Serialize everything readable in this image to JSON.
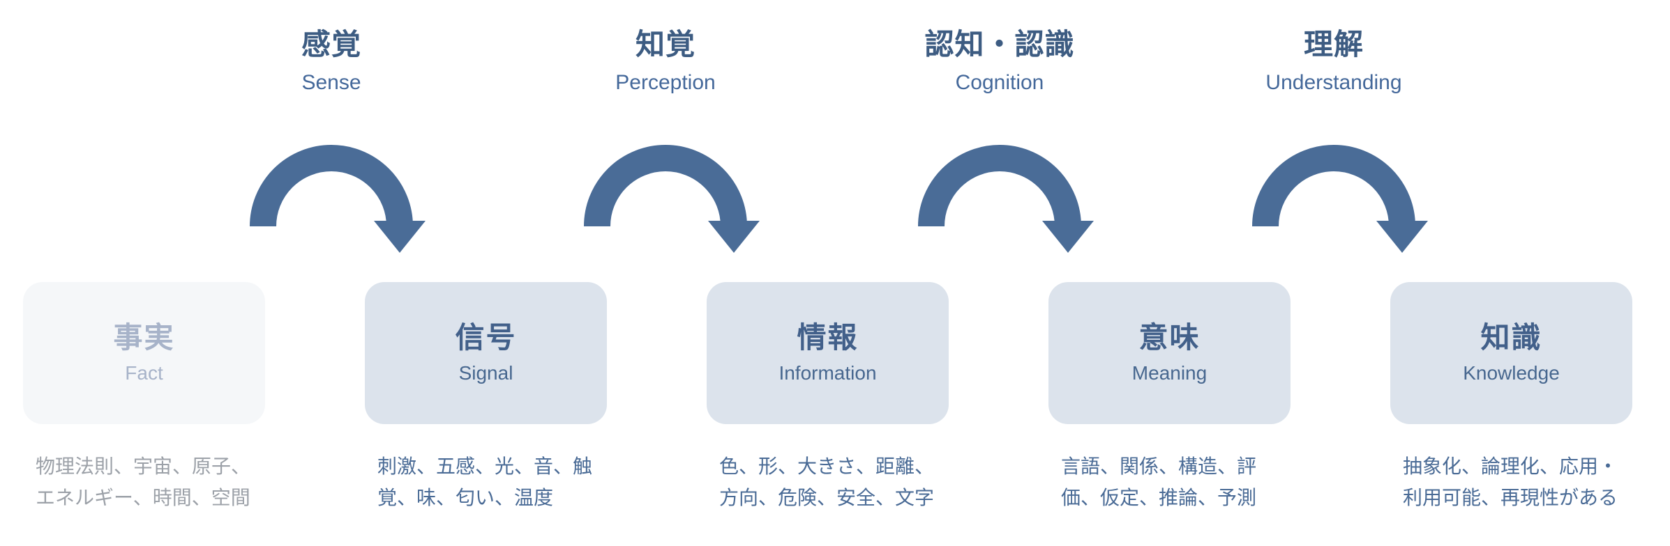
{
  "stages": [
    {
      "title_ja": "事実",
      "title_en": "Fact",
      "description": "物理法則、宇宙、原子、\nエネルギー、時間、空間",
      "variant": "muted"
    },
    {
      "title_ja": "信号",
      "title_en": "Signal",
      "description": "刺激、五感、光、音、触\n覚、味、匂い、温度",
      "variant": "normal"
    },
    {
      "title_ja": "情報",
      "title_en": "Information",
      "description": "色、形、大きさ、距離、\n方向、危険、安全、文字",
      "variant": "normal"
    },
    {
      "title_ja": "意味",
      "title_en": "Meaning",
      "description": "言語、関係、構造、評\n価、仮定、推論、予測",
      "variant": "normal"
    },
    {
      "title_ja": "知識",
      "title_en": "Knowledge",
      "description": "抽象化、論理化、応用・\n利用可能、再現性がある",
      "variant": "normal"
    }
  ],
  "transitions": [
    {
      "label_ja": "感覚",
      "label_en": "Sense"
    },
    {
      "label_ja": "知覚",
      "label_en": "Perception"
    },
    {
      "label_ja": "認知・認識",
      "label_en": "Cognition"
    },
    {
      "label_ja": "理解",
      "label_en": "Understanding"
    }
  ],
  "colors": {
    "arrow": "#4A6C97",
    "transition_label_ja": "#3D5C82",
    "transition_label_en": "#44689A",
    "card_bg": "#DCE3EC",
    "card_bg_muted": "#F5F7F9",
    "card_title": "#42608A",
    "card_title_muted": "#A7B3C9",
    "description_text": "#4A6B96",
    "description_text_muted": "#9CA1A8",
    "background": "#FFFFFF"
  }
}
